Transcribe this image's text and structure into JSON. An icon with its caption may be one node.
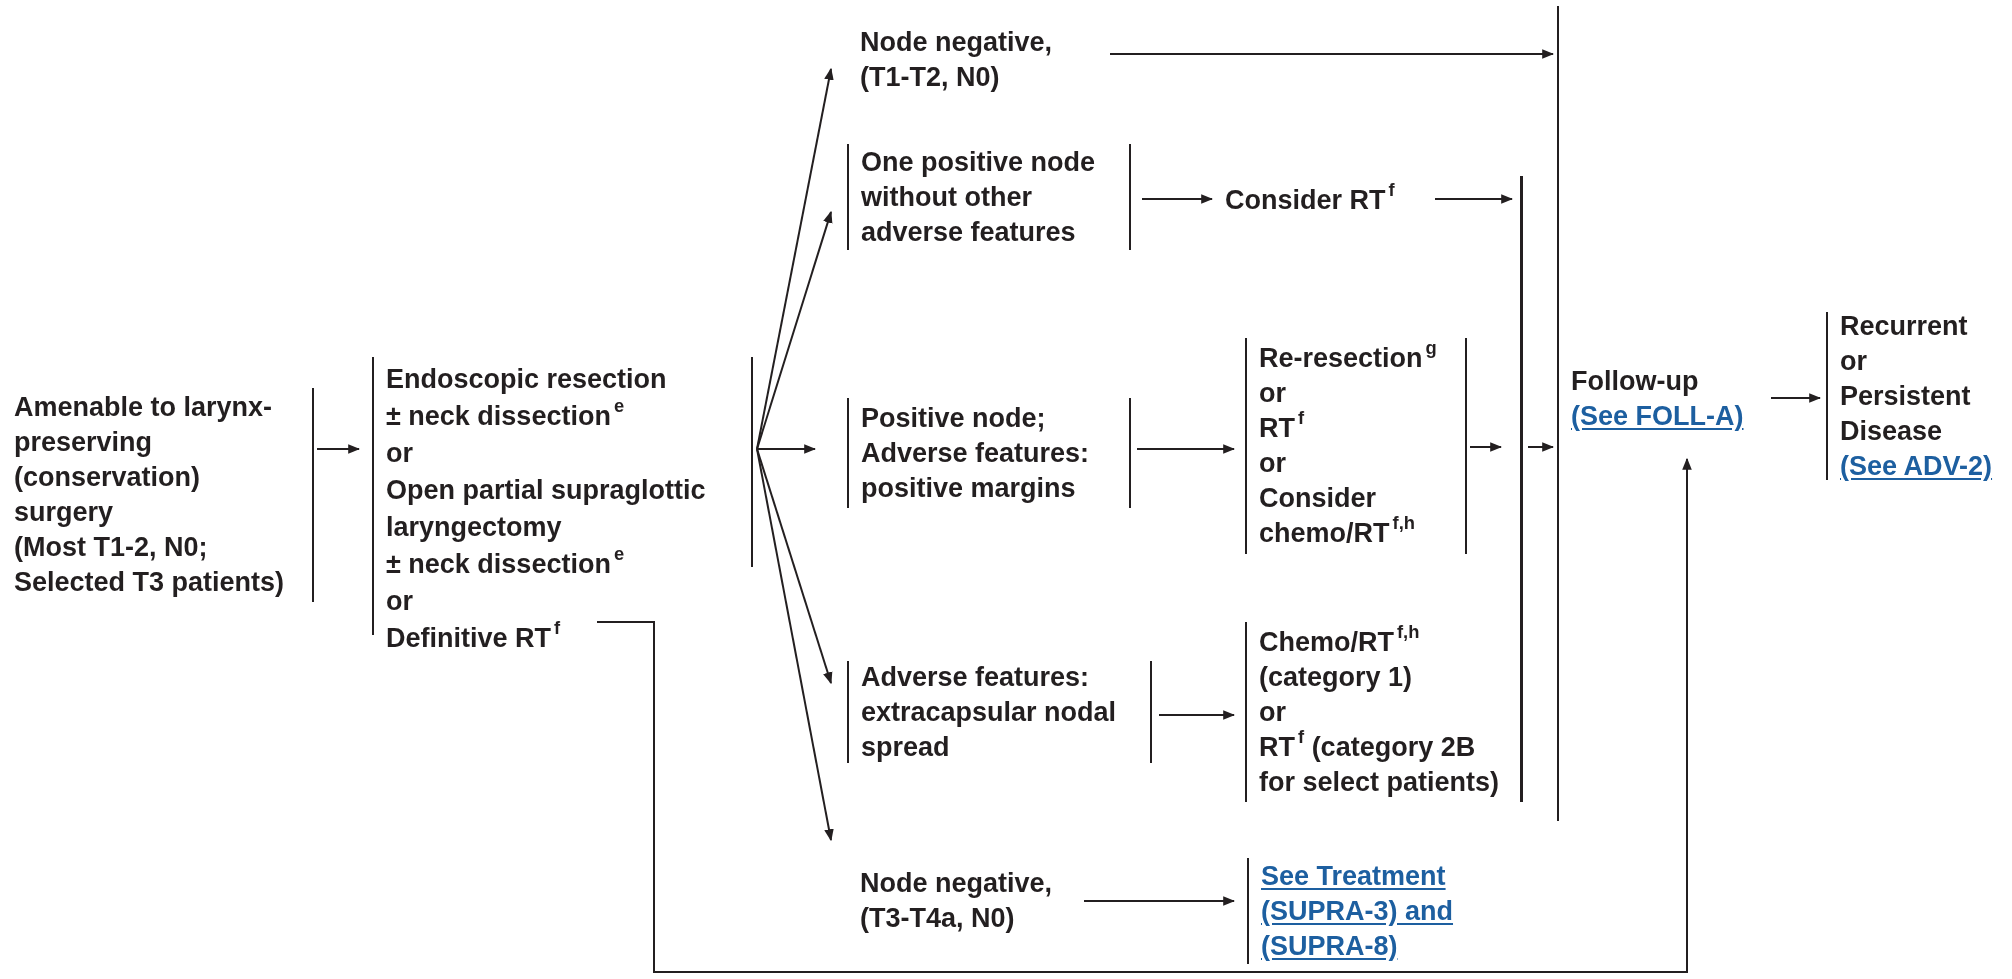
{
  "diagram": {
    "nodes": [
      {
        "text": [
          "Amenable to larynx-preserving (conservation) surgery",
          "(Most T1-2, N0; Selected T3 patients)"
        ]
      },
      {
        "text": [
          "Endoscopic resection",
          "± neck dissection$^{e}$",
          "or",
          "Open partial supraglottic laryngectomy",
          "± neck dissection$^{e}$",
          "or",
          "Definitive RT$^{f}$"
        ]
      },
      {
        "text": [
          "Node negative, (T1-T2, N0)"
        ]
      },
      {
        "text": [
          "One positive node without other adverse features"
        ]
      },
      {
        "text": [
          "Positive node;",
          "Adverse features: positive margins"
        ]
      },
      {
        "text": [
          "Adverse features: extracapsular nodal spread"
        ]
      },
      {
        "text": [
          "Node negative, (T3-T4a, N0)"
        ]
      },
      {
        "text": [
          "Consider RT$^{f}$"
        ]
      },
      {
        "text": [
          "Re-resection$^{g}$",
          "or",
          "RT$^{f}$",
          "or",
          "Consider chemo/RT$^{f,h}$"
        ]
      },
      {
        "text": [
          "Chemo/RT$^{f,h}$ (category 1)",
          "or",
          "RT$^{f}$ (category 2B for select patients)"
        ]
      },
      {
        "text": [
          "See Treatment (SUPRA-3) and (SUPRA-8)"
        ]
      },
      {
        "text": [],
        "shape": "bar"
      },
      {
        "text": [
          "Follow-up",
          "(See FOLL-A)"
        ]
      },
      {
        "text": [
          "Recurrent",
          "or",
          "Persistent Disease",
          "(See ADV-2)"
        ]
      }
    ],
    "edges": [
      {
        "from": 0,
        "to": 1,
        "arrow": "to"
      },
      {
        "from": 1,
        "to": 2,
        "arrow": "to"
      },
      {
        "from": 1,
        "to": 3,
        "arrow": "to"
      },
      {
        "from": 1,
        "to": 4,
        "arrow": "to"
      },
      {
        "from": 1,
        "to": 5,
        "arrow": "to"
      },
      {
        "from": 1,
        "to": 6,
        "arrow": "to"
      },
      {
        "from": 2,
        "to": 12,
        "arrow": "to"
      },
      {
        "from": 3,
        "to": 7,
        "arrow": "to"
      },
      {
        "from": 7,
        "to": 11,
        "arrow": "to"
      },
      {
        "from": 4,
        "to": 8,
        "arrow": "to"
      },
      {
        "from": 8,
        "to": 11,
        "arrow": "to"
      },
      {
        "from": 5,
        "to": 9,
        "arrow": "to"
      },
      {
        "from": 6,
        "to": 10,
        "arrow": "to"
      },
      {
        "from": 11,
        "to": 12,
        "arrow": "to"
      },
      {
        "from": 1,
        "to": 12,
        "arrow": "to"
      },
      {
        "from": 12,
        "to": 13,
        "arrow": "to"
      }
    ]
  }
}
